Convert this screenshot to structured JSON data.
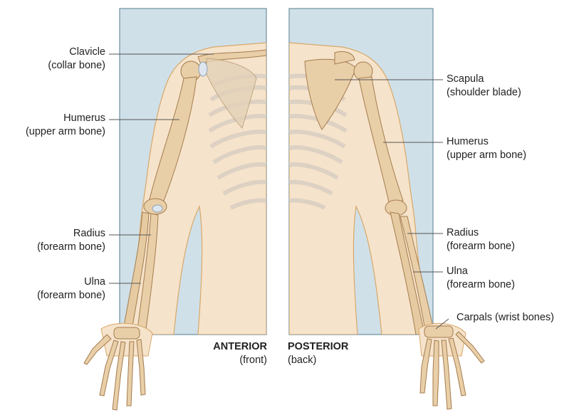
{
  "labels": {
    "clavicle": {
      "name": "Clavicle",
      "desc": "(collar bone)"
    },
    "humerus_a": {
      "name": "Humerus",
      "desc": "(upper arm bone)"
    },
    "radius_a": {
      "name": "Radius",
      "desc": "(forearm bone)"
    },
    "ulna_a": {
      "name": "Ulna",
      "desc": "(forearm bone)"
    },
    "scapula": {
      "name": "Scapula",
      "desc": "(shoulder blade)"
    },
    "humerus_p": {
      "name": "Humerus",
      "desc": "(upper arm bone)"
    },
    "radius_p": {
      "name": "Radius",
      "desc": "(forearm bone)"
    },
    "ulna_p": {
      "name": "Ulna",
      "desc": "(forearm bone)"
    },
    "carpals": {
      "text": "Carpals (wrist bones)"
    }
  },
  "views": {
    "anterior": {
      "title": "ANTERIOR",
      "subtitle": "(front)"
    },
    "posterior": {
      "title": "POSTERIOR",
      "subtitle": "(back)"
    }
  },
  "colors": {
    "panel_bg": "#cfe0e8",
    "panel_border": "#6f8fa0",
    "skin": "#f6e3cb",
    "skin_outline": "#d8a86a",
    "bone": "#e9cfa8",
    "bone_outline": "#a47c4e",
    "ribs": "#d9cfc2",
    "leader": "#555555"
  }
}
